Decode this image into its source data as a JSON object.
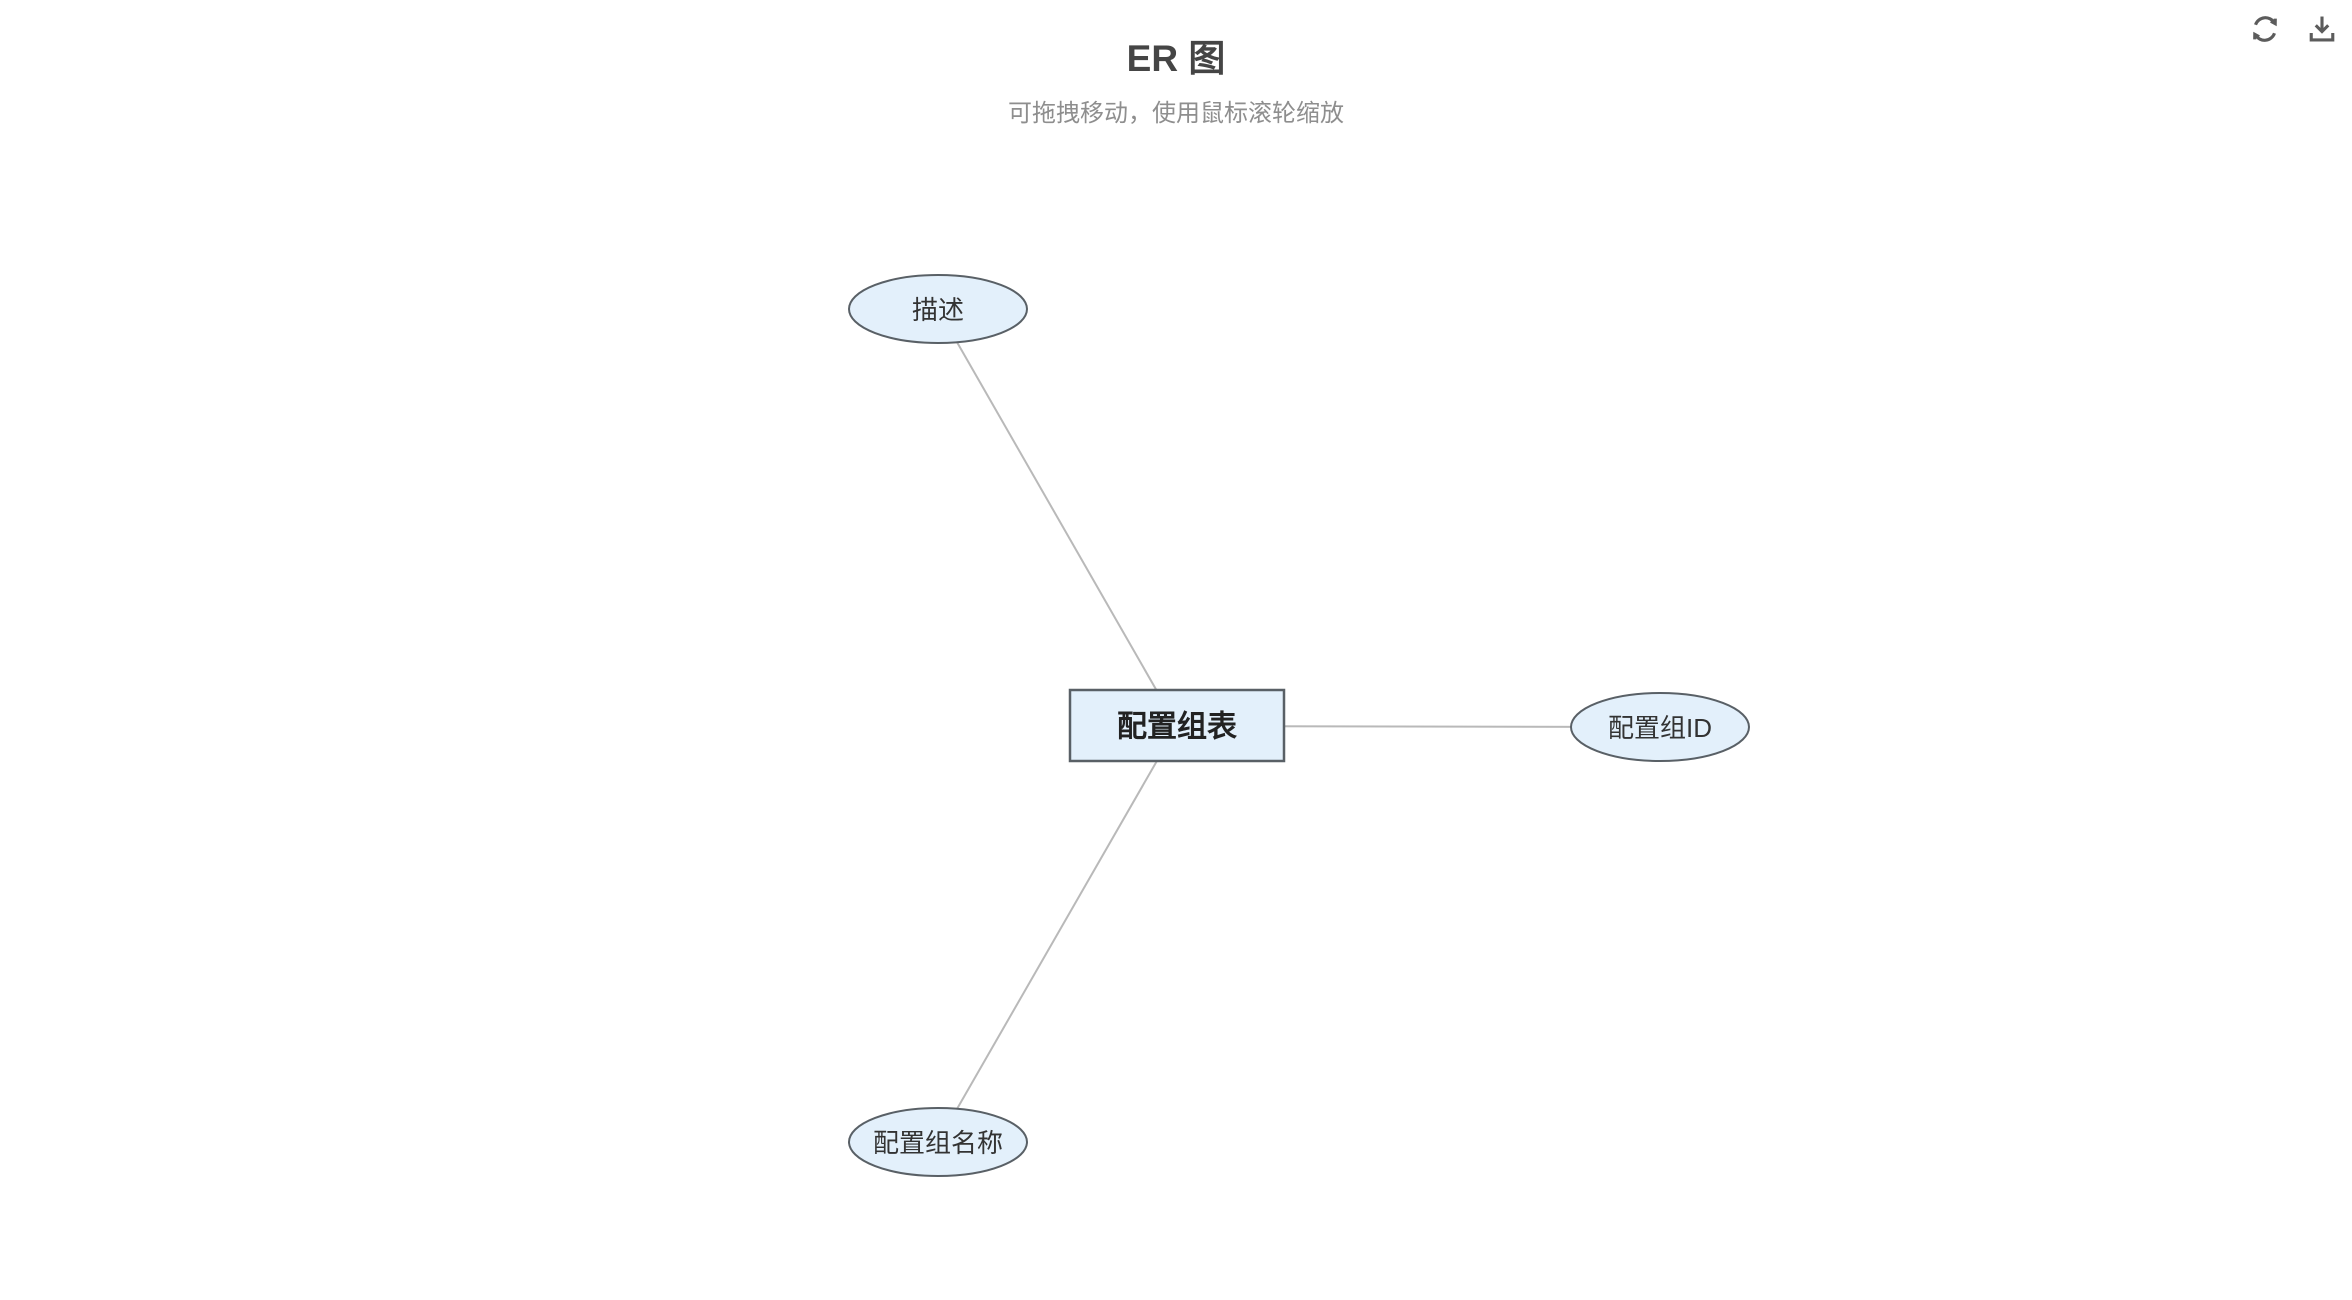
{
  "header": {
    "title": "ER 图",
    "subtitle": "可拖拽移动，使用鼠标滚轮缩放"
  },
  "toolbar": {
    "icons": [
      "refresh-icon",
      "download-icon"
    ]
  },
  "diagram": {
    "type": "er-diagram",
    "entity": {
      "label": "配置组表"
    },
    "attributes": [
      {
        "label": "描述"
      },
      {
        "label": "配置组ID"
      },
      {
        "label": "配置组名称"
      }
    ],
    "edges": [
      {
        "from": "配置组表",
        "to": "描述"
      },
      {
        "from": "配置组表",
        "to": "配置组ID"
      },
      {
        "from": "配置组表",
        "to": "配置组名称"
      }
    ],
    "colors": {
      "node_fill": "#E3F0FB",
      "node_border": "#596066",
      "edge": "#B9B9B9",
      "entity_text": "#222222",
      "attribute_text": "#333333",
      "title_text": "#454545",
      "subtitle_text": "#8E8E8E",
      "icon": "#5C5C5C"
    }
  }
}
